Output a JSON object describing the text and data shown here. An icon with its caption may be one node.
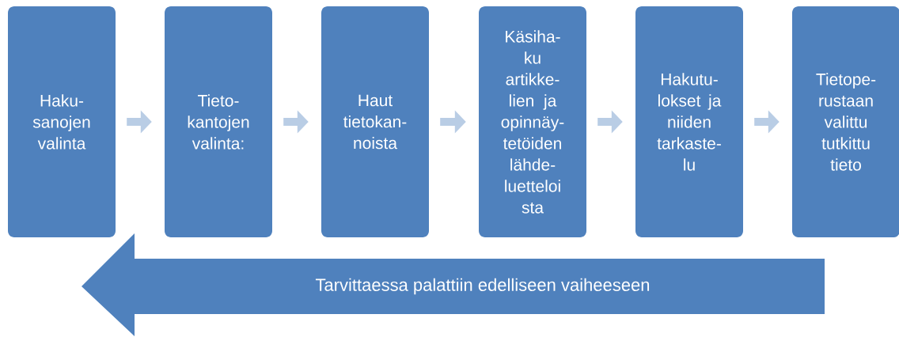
{
  "diagram": {
    "nodes": [
      {
        "text": [
          "Haku- sanojen valinta"
        ]
      },
      {
        "text": [
          "Tieto- kantojen valinta:"
        ]
      },
      {
        "text": [
          "Haut tietokan- noista"
        ]
      },
      {
        "text": [
          "Käsiha- ku artikke- lien ja opinnäy- tetöiden lähde- luetteloi sta"
        ]
      },
      {
        "text": [
          "Hakutu- lokset ja niiden tarkaste- lu"
        ]
      },
      {
        "text": [
          "Tietope- rustaan valittu tutkittu tieto"
        ]
      },
      {
        "text": [
          "Tarvittaessa palattiin edelliseen vaiheeseen"
        ]
      }
    ],
    "edges": [
      {
        "from": 0,
        "to": 1,
        "arrow": "to"
      },
      {
        "from": 1,
        "to": 2,
        "arrow": "to"
      },
      {
        "from": 2,
        "to": 3,
        "arrow": "to"
      },
      {
        "from": 3,
        "to": 4,
        "arrow": "to"
      },
      {
        "from": 4,
        "to": 5,
        "arrow": "to"
      }
    ]
  }
}
